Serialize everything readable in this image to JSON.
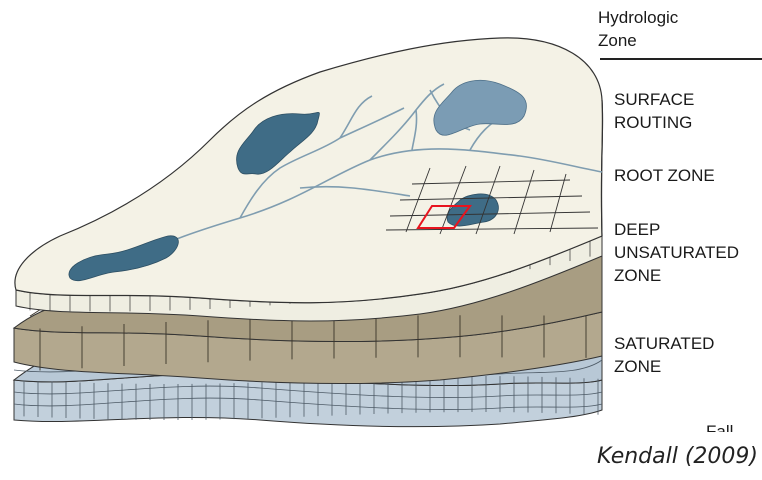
{
  "legend": {
    "header": "Hydrologic\n   Zone",
    "zones": [
      "SURFACE\nROUTING",
      "ROOT ZONE",
      "DEEP\nUNSATURATED\nZONE",
      "SATURATED\nZONE"
    ],
    "cut_off_label": "Fall"
  },
  "citation": "Kendall (2009)",
  "colors": {
    "surface": "#f4f2e6",
    "root_zone": "#f0efe4",
    "unsaturated": "#b3a88e",
    "saturated": "#c2d0dc",
    "lake_dark": "#3f6c86",
    "lake_light": "#7b9cb4",
    "stream": "#7f9db0",
    "highlight_cell": "#e8141e"
  }
}
